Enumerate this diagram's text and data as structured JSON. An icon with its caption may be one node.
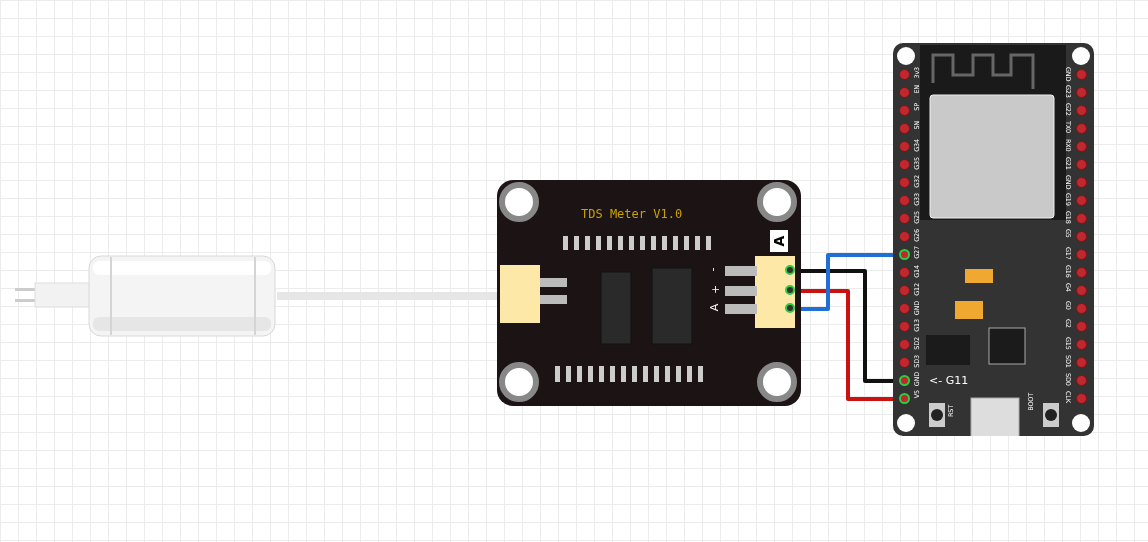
{
  "diagram": {
    "nodes": [
      {
        "text": [],
        "shape": "picture"
      },
      {
        "text": [
          "TDS Meter V1.0"
        ]
      },
      {
        "text": [
          "-"
        ],
        "in": 1
      },
      {
        "text": [
          "+"
        ],
        "in": 1
      },
      {
        "text": [
          "A"
        ],
        "in": 1
      },
      {
        "text": [],
        "shape": "picture"
      },
      {
        "text": [
          "G27"
        ],
        "in": 5
      },
      {
        "text": [
          "GND"
        ],
        "in": 5
      },
      {
        "text": [
          "V5"
        ],
        "in": 5
      }
    ],
    "edges": [
      {
        "from": 0,
        "to": 1,
        "arrow": "none",
        "style": "thick",
        "color": "#e6e6e6"
      },
      {
        "from": 2,
        "to": 7,
        "arrow": "none",
        "color": "#111111"
      },
      {
        "from": 3,
        "to": 8,
        "arrow": "none",
        "color": "#cc1111"
      },
      {
        "from": 4,
        "to": 6,
        "arrow": "none",
        "color": "#1f6fd6"
      }
    ],
    "labels": [
      "A",
      "3v3",
      "EN",
      "SP",
      "SN",
      "G34",
      "G35",
      "G32",
      "G33",
      "G25",
      "G26",
      "G14",
      "G12",
      "GND",
      "G13",
      "SD2",
      "SD3",
      "GND",
      "G23",
      "G22",
      "TX0",
      "RX0",
      "G21",
      "GND",
      "G19",
      "G18",
      "G5",
      "G17",
      "G16",
      "G4",
      "G0",
      "G2",
      "G15",
      "SD1",
      "SD0",
      "CLK",
      "<- G11",
      "RST",
      "BOOT"
    ]
  }
}
